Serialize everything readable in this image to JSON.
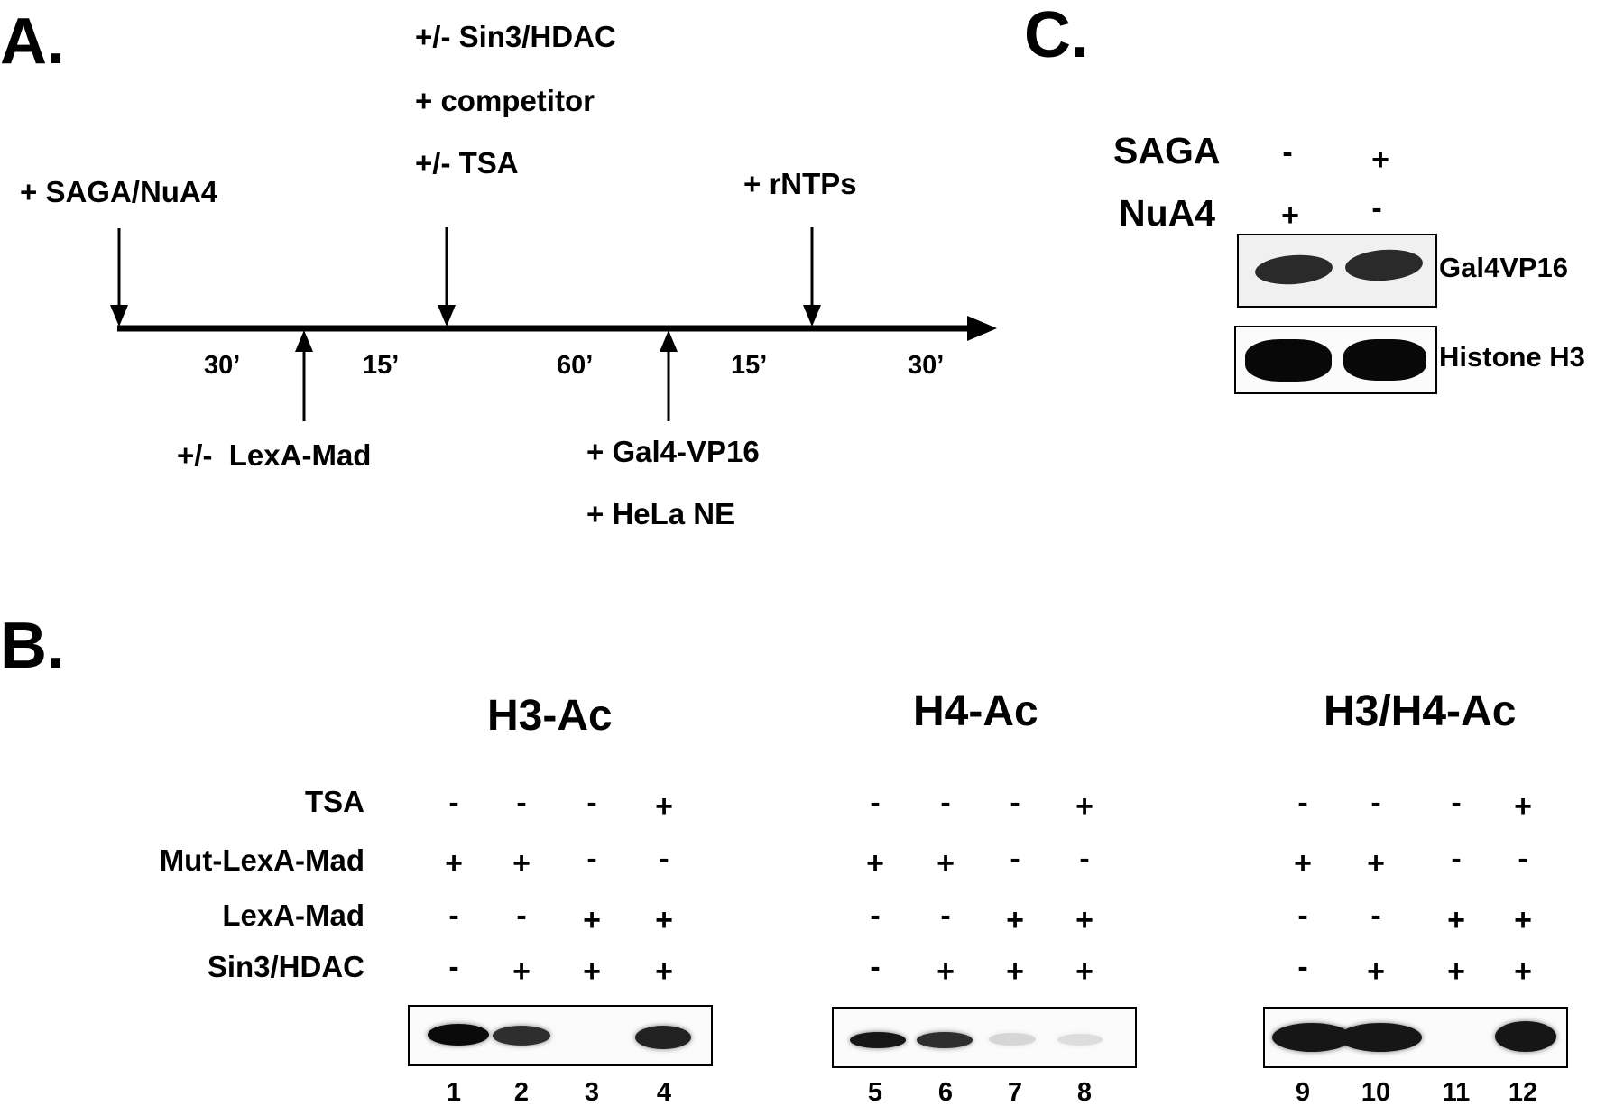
{
  "panels": {
    "a": "A.",
    "b": "B.",
    "c": "C."
  },
  "panel_a": {
    "additions": {
      "saga_nua4": "+ SAGA/NuA4",
      "sin3_hdac": "+/- Sin3/HDAC",
      "competitor": "+ competitor",
      "tsa": "+/- TSA",
      "rntps": "+ rNTPs",
      "lexa_mad": "+/-  LexA-Mad",
      "gal4_vp16": "+ Gal4-VP16",
      "hela_ne": "+ HeLa NE"
    },
    "intervals": [
      "30’",
      "15’",
      "60’",
      "15’",
      "30’"
    ]
  },
  "panel_b": {
    "row_labels": {
      "tsa": "TSA",
      "mut_lexa_mad": "Mut-LexA-Mad",
      "lexa_mad": "LexA-Mad",
      "sin3_hdac": "Sin3/HDAC"
    },
    "gels": [
      {
        "title": "H3-Ac",
        "tsa": [
          "-",
          "-",
          "-",
          "+"
        ],
        "mut_lexa_mad": [
          "+",
          "+",
          "-",
          "-"
        ],
        "lexa_mad": [
          "-",
          "-",
          "+",
          "+"
        ],
        "sin3_hdac": [
          "-",
          "+",
          "+",
          "+"
        ],
        "lanes": [
          "1",
          "2",
          "3",
          "4"
        ],
        "band_intensity": [
          1.0,
          0.85,
          0.0,
          0.9
        ]
      },
      {
        "title": "H4-Ac",
        "tsa": [
          "-",
          "-",
          "-",
          "+"
        ],
        "mut_lexa_mad": [
          "+",
          "+",
          "-",
          "-"
        ],
        "lexa_mad": [
          "-",
          "-",
          "+",
          "+"
        ],
        "sin3_hdac": [
          "-",
          "+",
          "+",
          "+"
        ],
        "lanes": [
          "5",
          "6",
          "7",
          "8"
        ],
        "band_intensity": [
          0.95,
          0.85,
          0.15,
          0.12
        ]
      },
      {
        "title": "H3/H4-Ac",
        "tsa": [
          "-",
          "-",
          "-",
          "+"
        ],
        "mut_lexa_mad": [
          "+",
          "+",
          "-",
          "-"
        ],
        "lexa_mad": [
          "-",
          "-",
          "+",
          "+"
        ],
        "sin3_hdac": [
          "-",
          "+",
          "+",
          "+"
        ],
        "lanes": [
          "9",
          "10",
          "11",
          "12"
        ],
        "band_intensity": [
          0.95,
          0.95,
          0.0,
          0.95
        ]
      }
    ]
  },
  "panel_c": {
    "row_labels": {
      "saga": "SAGA",
      "nua4": "NuA4"
    },
    "saga": [
      "-",
      "+"
    ],
    "nua4": [
      "+",
      "-"
    ],
    "blots": [
      "Gal4VP16",
      "Histone H3"
    ]
  }
}
